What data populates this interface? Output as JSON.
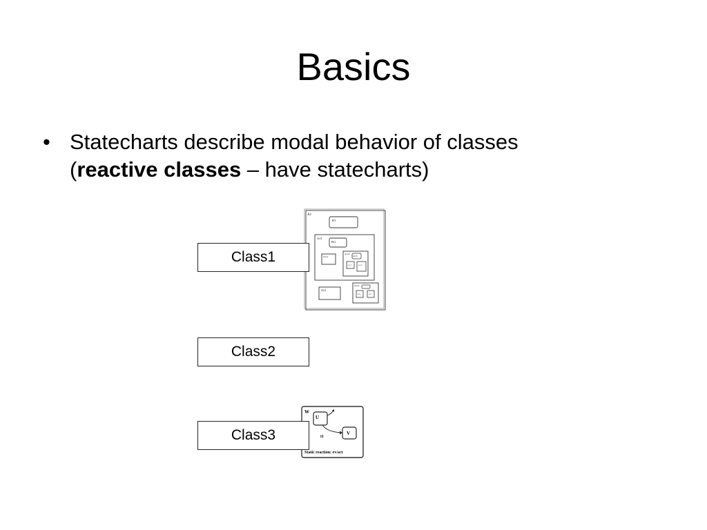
{
  "slide": {
    "title": "Basics",
    "bullet": {
      "marker": "•",
      "line1": "Statecharts describe modal behavior of classes",
      "line2_open": "(",
      "line2_bold": "reactive classes",
      "line2_rest": " – have statecharts)"
    }
  },
  "classes": [
    {
      "label": "Class1"
    },
    {
      "label": "Class2"
    },
    {
      "label": "Class3"
    }
  ],
  "figure1": {
    "states": [
      "A1",
      "B1",
      "A11",
      "B11",
      "A111",
      "A112",
      "A113",
      "A1121",
      "A1122",
      "A12",
      "A121",
      "A122",
      "A123"
    ]
  },
  "figure2": {
    "outer": "W",
    "state_u": "U",
    "state_v": "V",
    "transition": "t1",
    "static_reaction": "Static reaction:   ev/act"
  }
}
